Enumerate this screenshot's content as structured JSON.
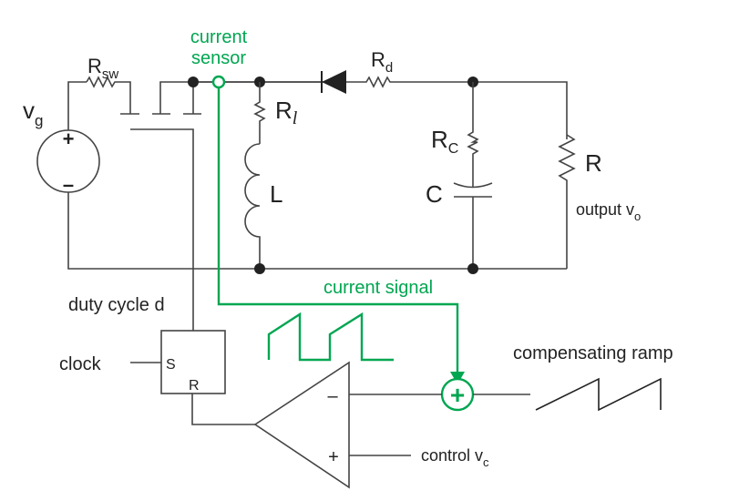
{
  "diagram": {
    "title": "Peak current-mode controlled buck-boost converter",
    "colors": {
      "wire": "#444444",
      "text": "#222222",
      "signal": "#00a651"
    },
    "labels": {
      "vg_main": "v",
      "vg_sub": "g",
      "rsw_main": "R",
      "rsw_sub": "sw",
      "current_sensor_line1": "current",
      "current_sensor_line2": "sensor",
      "rd_main": "R",
      "rd_sub": "d",
      "rl_main": "R",
      "rl_sub": "l",
      "inductor": "L",
      "rc_main": "R",
      "rc_sub": "C",
      "capacitor": "C",
      "load": "R",
      "output_main": "output v",
      "output_sub": "o",
      "duty_cycle": "duty cycle d",
      "current_signal": "current signal",
      "clock": "clock",
      "ff_set": "S",
      "ff_reset": "R",
      "compensating_ramp": "compensating ramp",
      "control_main": "control v",
      "control_sub": "c",
      "comp_minus": "–",
      "comp_plus": "+",
      "src_plus": "+",
      "src_minus": "–",
      "sum_plus": "+"
    }
  }
}
